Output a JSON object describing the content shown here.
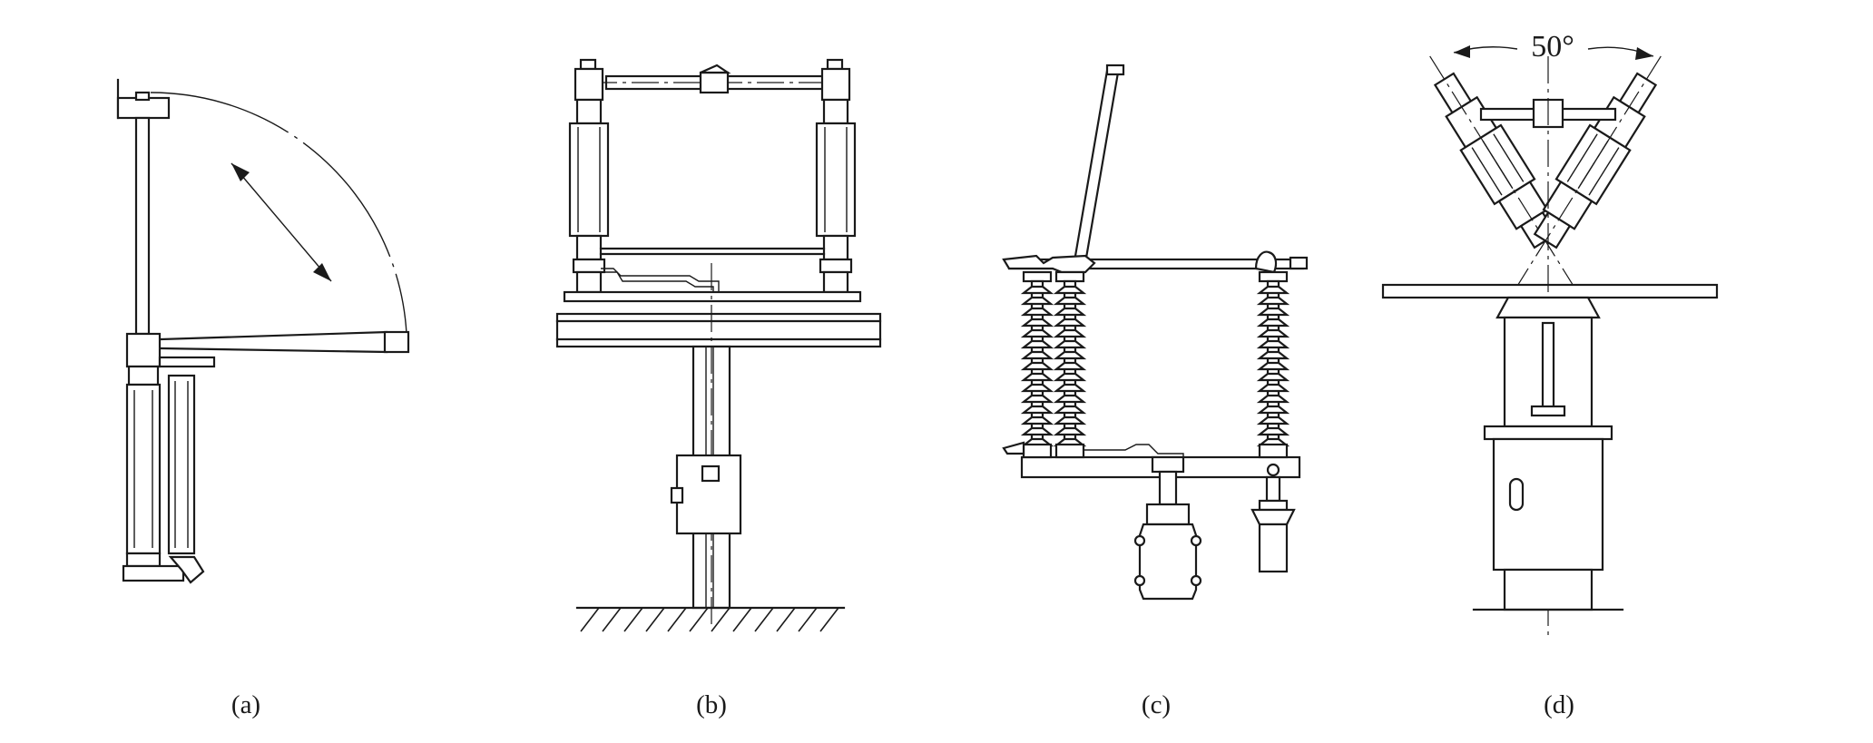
{
  "figure": {
    "panels": [
      {
        "id": "a",
        "caption": "(a)"
      },
      {
        "id": "b",
        "caption": "(b)"
      },
      {
        "id": "c",
        "caption": "(c)"
      },
      {
        "id": "d",
        "caption": "(d)"
      }
    ],
    "angle_label": "50°"
  }
}
